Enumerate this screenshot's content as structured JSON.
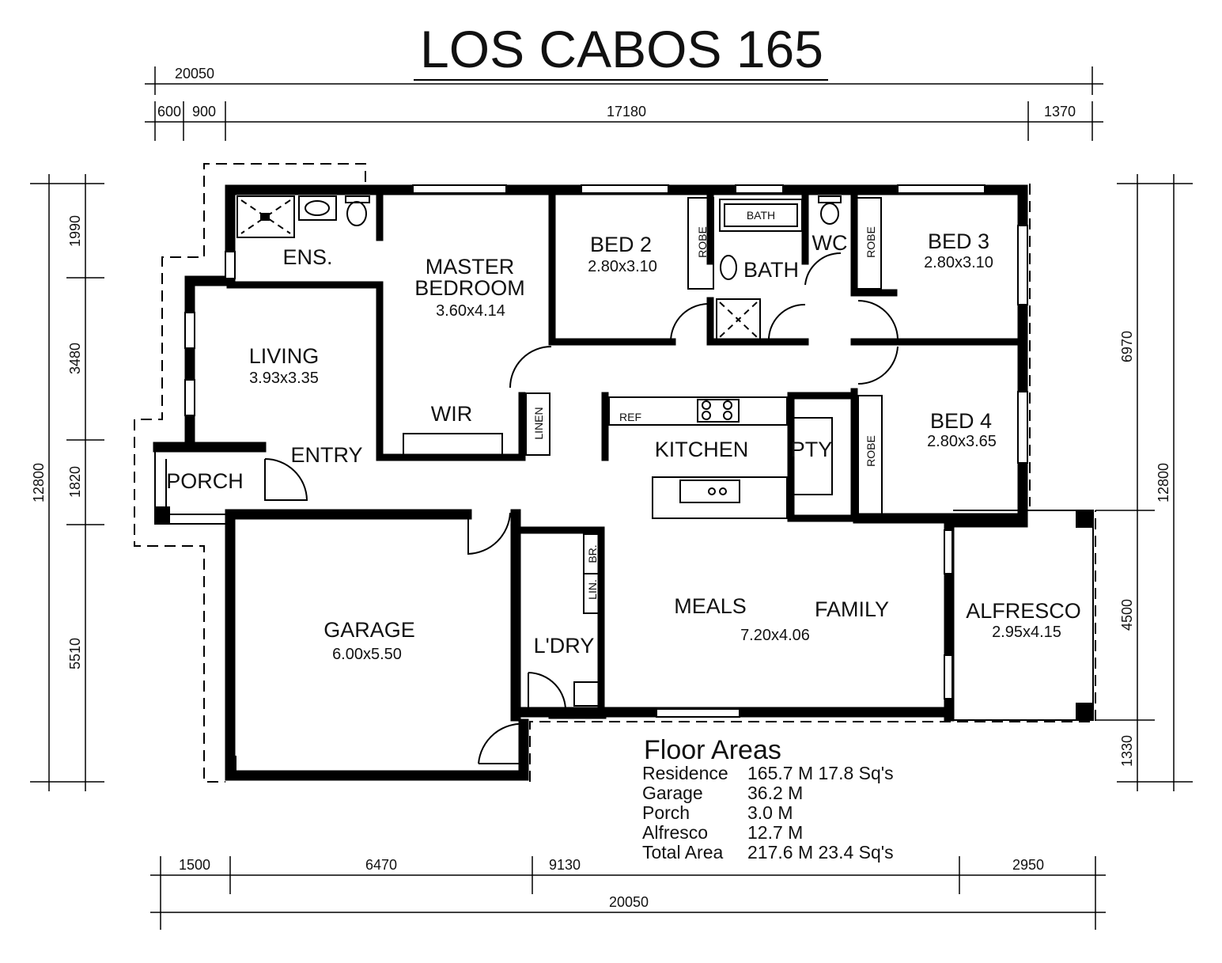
{
  "title": "LOS CABOS 165",
  "dimensions": {
    "top_total": "20050",
    "top_segments": [
      "600",
      "900",
      "17180",
      "1370"
    ],
    "left_total": "12800",
    "left_segments": [
      "1990",
      "3480",
      "1820",
      "5510"
    ],
    "right_segments": [
      "6970",
      "4500",
      "1330"
    ],
    "right_total": "12800",
    "bottom_segments": [
      "1500",
      "6470",
      "9130",
      "2950"
    ],
    "bottom_total": "20050"
  },
  "rooms": {
    "ensuite": "ENS.",
    "master": {
      "line1": "MASTER",
      "line2": "BEDROOM",
      "size": "3.60x4.14"
    },
    "bed2": {
      "name": "BED 2",
      "size": "2.80x3.10"
    },
    "bath_tub": "BATH",
    "bath": "BATH",
    "wc": "WC",
    "bed3": {
      "name": "BED 3",
      "size": "2.80x3.10"
    },
    "living": {
      "name": "LIVING",
      "size": "3.93x3.35"
    },
    "wir": "WIR",
    "linen": "LINEN",
    "kitchen": "KITCHEN",
    "ref": "REF",
    "pantry": "PTY",
    "bed4": {
      "name": "BED 4",
      "size": "2.80x3.65"
    },
    "robe": "ROBE",
    "entry": "ENTRY",
    "porch": "PORCH",
    "garage": {
      "name": "GARAGE",
      "size": "6.00x5.50"
    },
    "broom": "BR.",
    "lin": "LIN.",
    "laundry": "L'DRY",
    "meals": "MEALS",
    "family": {
      "name": "FAMILY",
      "size": "7.20x4.06"
    },
    "alfresco": {
      "name": "ALFRESCO",
      "size": "2.95x4.15"
    }
  },
  "floor_areas": {
    "heading": "Floor Areas",
    "rows": [
      {
        "label": "Residence",
        "value": "165.7 M 17.8 Sq's"
      },
      {
        "label": "Garage",
        "value": "36.2 M"
      },
      {
        "label": "Porch",
        "value": "3.0 M"
      },
      {
        "label": "Alfresco",
        "value": "12.7 M"
      },
      {
        "label": "Total Area",
        "value": "217.6 M 23.4 Sq's"
      }
    ]
  }
}
